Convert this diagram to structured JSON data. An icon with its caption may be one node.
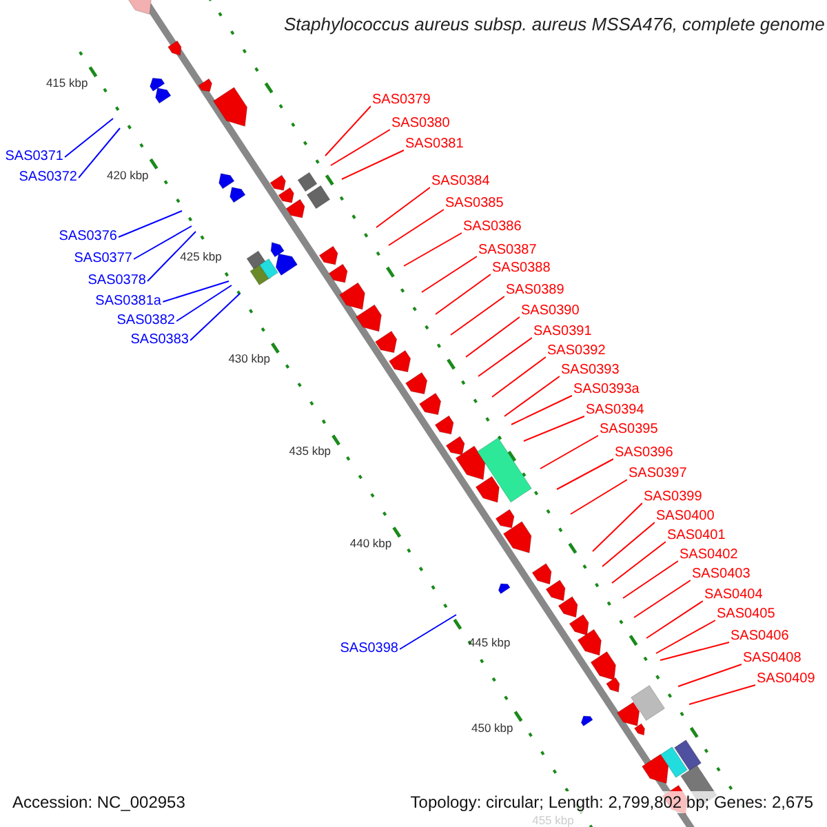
{
  "diagram": {
    "title": "Staphylococcus aureus subsp. aureus MSSA476, complete genome",
    "nodes": [
      {
        "text": [
          "SAS0379"
        ]
      },
      {
        "text": [
          "SAS0380"
        ]
      },
      {
        "text": [
          "SAS0381"
        ]
      },
      {
        "text": [
          "SAS0384"
        ]
      },
      {
        "text": [
          "SAS0385"
        ]
      },
      {
        "text": [
          "SAS0386"
        ]
      },
      {
        "text": [
          "SAS0387"
        ]
      },
      {
        "text": [
          "SAS0388"
        ]
      },
      {
        "text": [
          "SAS0389"
        ]
      },
      {
        "text": [
          "SAS0390"
        ]
      },
      {
        "text": [
          "SAS0391"
        ]
      },
      {
        "text": [
          "SAS0392"
        ]
      },
      {
        "text": [
          "SAS0393"
        ]
      },
      {
        "text": [
          "SAS0393a"
        ]
      },
      {
        "text": [
          "SAS0394"
        ]
      },
      {
        "text": [
          "SAS0395"
        ]
      },
      {
        "text": [
          "SAS0396"
        ]
      },
      {
        "text": [
          "SAS0397"
        ]
      },
      {
        "text": [
          "SAS0399"
        ]
      },
      {
        "text": [
          "SAS0400"
        ]
      },
      {
        "text": [
          "SAS0401"
        ]
      },
      {
        "text": [
          "SAS0402"
        ]
      },
      {
        "text": [
          "SAS0403"
        ]
      },
      {
        "text": [
          "SAS0404"
        ]
      },
      {
        "text": [
          "SAS0405"
        ]
      },
      {
        "text": [
          "SAS0406"
        ]
      },
      {
        "text": [
          "SAS0408"
        ]
      },
      {
        "text": [
          "SAS0409"
        ]
      },
      {
        "text": [
          "SAS0371"
        ]
      },
      {
        "text": [
          "SAS0372"
        ]
      },
      {
        "text": [
          "SAS0376"
        ]
      },
      {
        "text": [
          "SAS0377"
        ]
      },
      {
        "text": [
          "SAS0378"
        ]
      },
      {
        "text": [
          "SAS0381a"
        ]
      },
      {
        "text": [
          "SAS0382"
        ]
      },
      {
        "text": [
          "SAS0383"
        ]
      },
      {
        "text": [
          "SAS0398"
        ]
      }
    ],
    "edges": [
      {
        "from": 0,
        "to": null,
        "arrow": "none"
      },
      {
        "from": 1,
        "to": null,
        "arrow": "none"
      },
      {
        "from": 2,
        "to": null,
        "arrow": "none"
      },
      {
        "from": 3,
        "to": null,
        "arrow": "none"
      },
      {
        "from": 4,
        "to": null,
        "arrow": "none"
      },
      {
        "from": 5,
        "to": null,
        "arrow": "none"
      },
      {
        "from": 6,
        "to": null,
        "arrow": "none"
      },
      {
        "from": 7,
        "to": null,
        "arrow": "none"
      },
      {
        "from": 8,
        "to": null,
        "arrow": "none"
      },
      {
        "from": 9,
        "to": null,
        "arrow": "none"
      },
      {
        "from": 10,
        "to": null,
        "arrow": "none"
      },
      {
        "from": 11,
        "to": null,
        "arrow": "none"
      },
      {
        "from": 12,
        "to": null,
        "arrow": "none"
      },
      {
        "from": 13,
        "to": null,
        "arrow": "none"
      },
      {
        "from": 14,
        "to": null,
        "arrow": "none"
      },
      {
        "from": 15,
        "to": null,
        "arrow": "none"
      },
      {
        "from": 16,
        "to": null,
        "arrow": "none"
      },
      {
        "from": 17,
        "to": null,
        "arrow": "none"
      },
      {
        "from": 18,
        "to": null,
        "arrow": "none"
      },
      {
        "from": 19,
        "to": null,
        "arrow": "none"
      },
      {
        "from": 20,
        "to": null,
        "arrow": "none"
      },
      {
        "from": 21,
        "to": null,
        "arrow": "none"
      },
      {
        "from": 22,
        "to": null,
        "arrow": "none"
      },
      {
        "from": 23,
        "to": null,
        "arrow": "none"
      },
      {
        "from": 24,
        "to": null,
        "arrow": "none"
      },
      {
        "from": 25,
        "to": null,
        "arrow": "none"
      },
      {
        "from": 26,
        "to": null,
        "arrow": "none"
      },
      {
        "from": 27,
        "to": null,
        "arrow": "none"
      },
      {
        "from": 28,
        "to": null,
        "arrow": "none",
        "color": "#0000ff"
      },
      {
        "from": 29,
        "to": null,
        "arrow": "none",
        "color": "#0000ff"
      },
      {
        "from": 30,
        "to": null,
        "arrow": "none",
        "color": "#0000ff"
      },
      {
        "from": 31,
        "to": null,
        "arrow": "none",
        "color": "#0000ff"
      },
      {
        "from": 32,
        "to": null,
        "arrow": "none",
        "color": "#0000ff"
      },
      {
        "from": 33,
        "to": null,
        "arrow": "none",
        "color": "#0000ff"
      },
      {
        "from": 34,
        "to": null,
        "arrow": "none",
        "color": "#0000ff"
      },
      {
        "from": 35,
        "to": null,
        "arrow": "none",
        "color": "#0000ff"
      },
      {
        "from": 36,
        "to": null,
        "arrow": "none",
        "color": "#0000ff"
      }
    ],
    "labels": [
      "415 kbp",
      "420 kbp",
      "425 kbp",
      "430 kbp",
      "435 kbp",
      "440 kbp",
      "445 kbp",
      "450 kbp",
      "455 kbp",
      "Accession: NC_002953",
      "Topology: circular; Length: 2,799,802 bp; Genes: 2,675"
    ]
  }
}
